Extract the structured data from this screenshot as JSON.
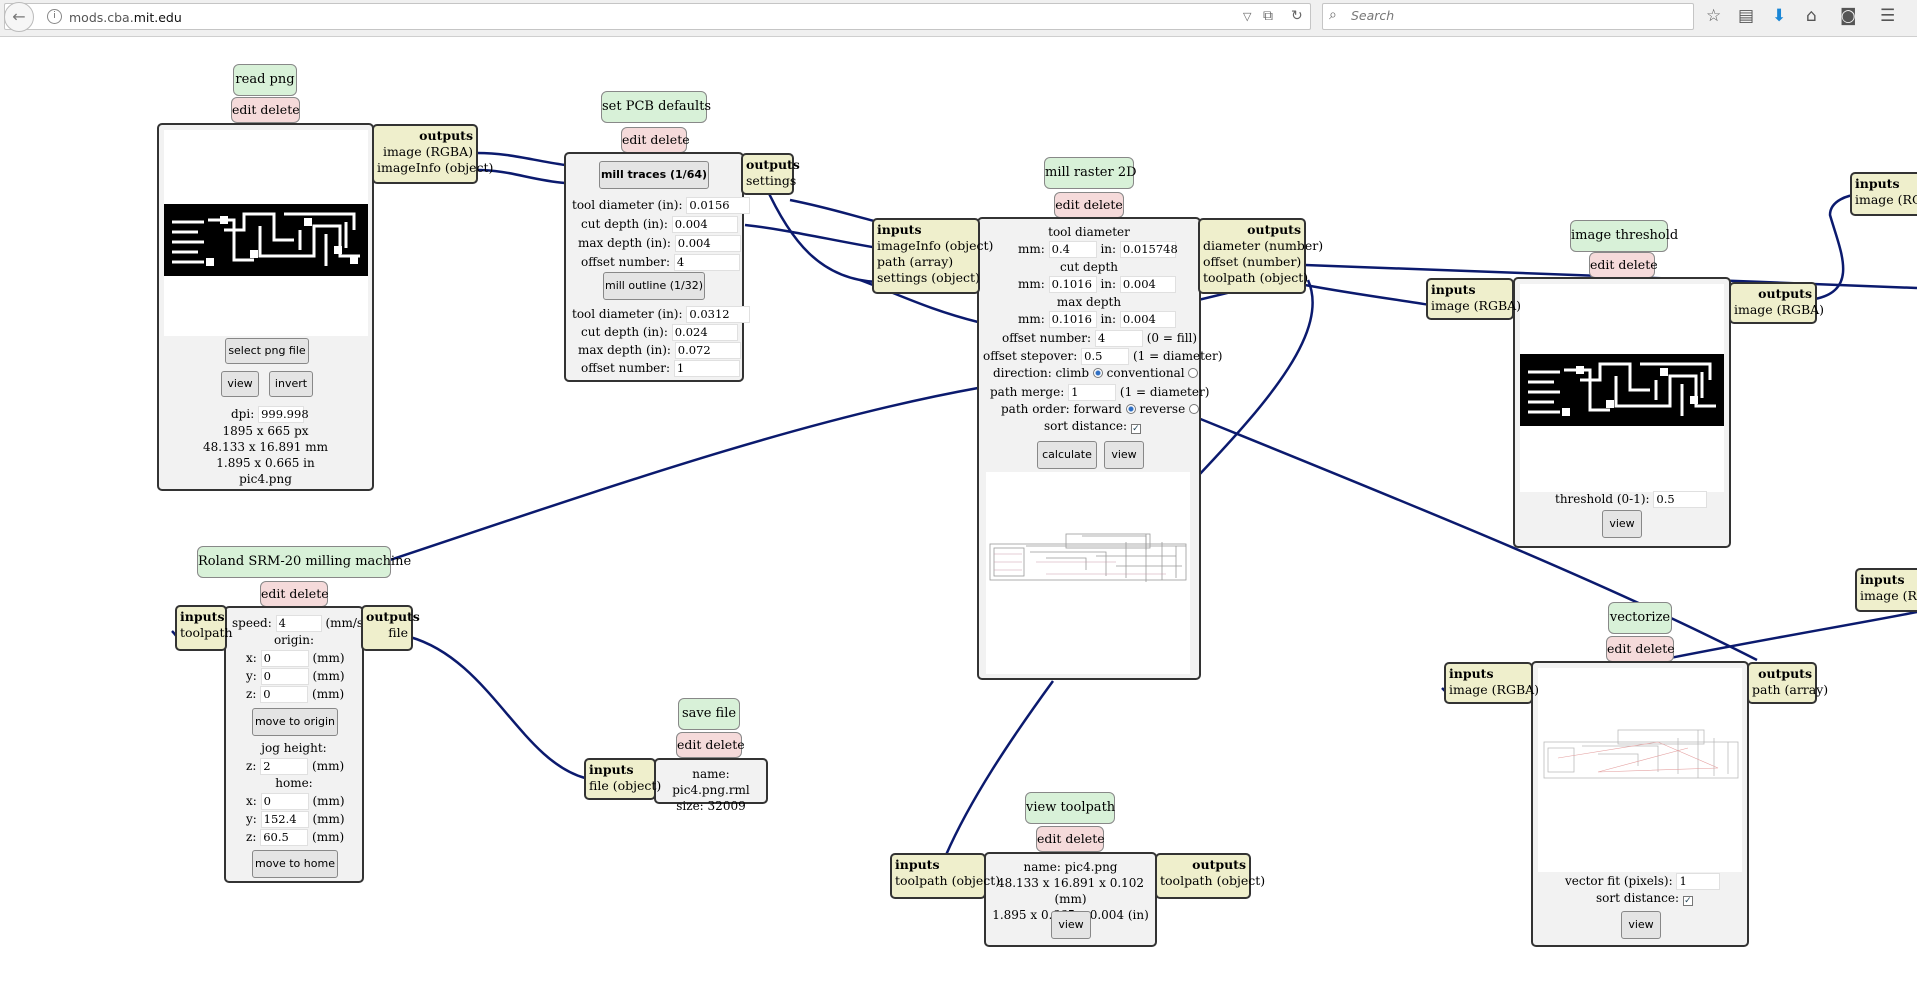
{
  "browser": {
    "url_host": "mods.cba.",
    "url_domain": "mit.edu",
    "search_placeholder": "Search"
  },
  "read_png": {
    "title": "read png",
    "edit_delete": "edit delete",
    "outputs": {
      "header": "outputs",
      "items": [
        "image (RGBA)",
        "imageInfo (object)"
      ]
    },
    "select_button": "select png file",
    "view_button": "view",
    "invert_button": "invert",
    "dpi_label": "dpi:",
    "dpi_value": "999.998",
    "size_px": "1895 x 665 px",
    "size_mm": "48.133 x 16.891 mm",
    "size_in": "1.895 x 0.665 in",
    "filename": "pic4.png"
  },
  "pcb_defaults": {
    "title": "set PCB defaults",
    "edit_delete": "edit delete",
    "outputs": {
      "header": "outputs",
      "items": [
        "settings"
      ]
    },
    "mill_traces_button": "mill traces (1/64)",
    "traces": [
      {
        "label": "tool diameter (in):",
        "value": "0.0156"
      },
      {
        "label": "cut depth (in):",
        "value": "0.004"
      },
      {
        "label": "max depth (in):",
        "value": "0.004"
      },
      {
        "label": "offset number:",
        "value": "4"
      }
    ],
    "mill_outline_button": "mill outline (1/32)",
    "outline": [
      {
        "label": "tool diameter (in):",
        "value": "0.0312"
      },
      {
        "label": "cut depth (in):",
        "value": "0.024"
      },
      {
        "label": "max depth (in):",
        "value": "0.072"
      },
      {
        "label": "offset number:",
        "value": "1"
      }
    ]
  },
  "mill_raster": {
    "title": "mill raster 2D",
    "edit_delete": "edit delete",
    "inputs": {
      "header": "inputs",
      "items": [
        "imageInfo (object)",
        "path (array)",
        "settings (object)"
      ]
    },
    "outputs": {
      "header": "outputs",
      "items": [
        "diameter (number)",
        "offset (number)",
        "toolpath (object)"
      ]
    },
    "tool_diameter_label": "tool diameter",
    "tool_diameter_mm": "0.4",
    "tool_diameter_in": "0.015748",
    "cut_depth_label": "cut depth",
    "cut_depth_mm": "0.1016",
    "cut_depth_in": "0.004",
    "max_depth_label": "max depth",
    "max_depth_mm": "0.1016",
    "max_depth_in": "0.004",
    "mm_label": "mm:",
    "in_label": "in:",
    "offset_number_label": "offset number:",
    "offset_number_value": "4",
    "offset_number_hint": "(0 = fill)",
    "stepover_label": "offset stepover:",
    "stepover_value": "0.5",
    "stepover_hint": "(1 = diameter)",
    "direction_label": "direction: climb",
    "direction_alt": "conventional",
    "path_merge_label": "path merge:",
    "path_merge_value": "1",
    "path_merge_hint": "(1 = diameter)",
    "path_order_label": "path order: forward",
    "path_order_alt": "reverse",
    "sort_label": "sort distance:",
    "calculate_button": "calculate",
    "view_button": "view"
  },
  "threshold": {
    "title": "image threshold",
    "edit_delete": "edit delete",
    "inputs": {
      "header": "inputs",
      "items": [
        "image (RGBA)"
      ]
    },
    "outputs": {
      "header": "outputs",
      "items": [
        "image (RGBA)"
      ]
    },
    "threshold_label": "threshold (0-1):",
    "threshold_value": "0.5",
    "view_button": "view"
  },
  "right_edge": {
    "top": {
      "header": "inputs",
      "items": [
        "image (RGB"
      ]
    },
    "bottom": {
      "header": "inputs",
      "items": [
        "image (RGI"
      ]
    }
  },
  "roland": {
    "title": "Roland SRM-20 milling machine",
    "edit_delete": "edit delete",
    "inputs": {
      "header": "inputs",
      "items": [
        "toolpath"
      ]
    },
    "outputs": {
      "header": "outputs",
      "items": [
        "file"
      ]
    },
    "speed_label": "speed:",
    "speed_value": "4",
    "speed_unit": "(mm/s)",
    "origin_label": "origin:",
    "origin": [
      {
        "axis": "x:",
        "value": "0",
        "unit": "(mm)"
      },
      {
        "axis": "y:",
        "value": "0",
        "unit": "(mm)"
      },
      {
        "axis": "z:",
        "value": "0",
        "unit": "(mm)"
      }
    ],
    "move_origin_button": "move to origin",
    "jog_label": "jog height:",
    "jog": {
      "axis": "z:",
      "value": "2",
      "unit": "(mm)"
    },
    "home_label": "home:",
    "home": [
      {
        "axis": "x:",
        "value": "0",
        "unit": "(mm)"
      },
      {
        "axis": "y:",
        "value": "152.4",
        "unit": "(mm)"
      },
      {
        "axis": "z:",
        "value": "60.5",
        "unit": "(mm)"
      }
    ],
    "move_home_button": "move to home"
  },
  "save_file": {
    "title": "save file",
    "edit_delete": "edit delete",
    "inputs": {
      "header": "inputs",
      "items": [
        "file (object)"
      ]
    },
    "name_line": "name: pic4.png.rml",
    "size_line": "size: 32009"
  },
  "view_toolpath": {
    "title": "view toolpath",
    "edit_delete": "edit delete",
    "inputs": {
      "header": "inputs",
      "items": [
        "toolpath (object)"
      ]
    },
    "outputs": {
      "header": "outputs",
      "items": [
        "toolpath (object)"
      ]
    },
    "name_line": "name: pic4.png",
    "mm_line": "48.133 x 16.891 x 0.102 (mm)",
    "in_line": "1.895 x 0.665 x 0.004 (in)",
    "view_button": "view"
  },
  "vectorize": {
    "title": "vectorize",
    "edit_delete": "edit delete",
    "inputs": {
      "header": "inputs",
      "items": [
        "image (RGBA)"
      ]
    },
    "outputs": {
      "header": "outputs",
      "items": [
        "path (array)"
      ]
    },
    "fit_label": "vector fit (pixels):",
    "fit_value": "1",
    "sort_label": "sort distance:",
    "view_button": "view"
  },
  "colors": {
    "wire": "#0b1a6e",
    "title_bg": "#d8f1d8",
    "edit_bg": "#f5dada",
    "port_bg": "#efefcc",
    "panel_bg": "#f2f2f2"
  }
}
